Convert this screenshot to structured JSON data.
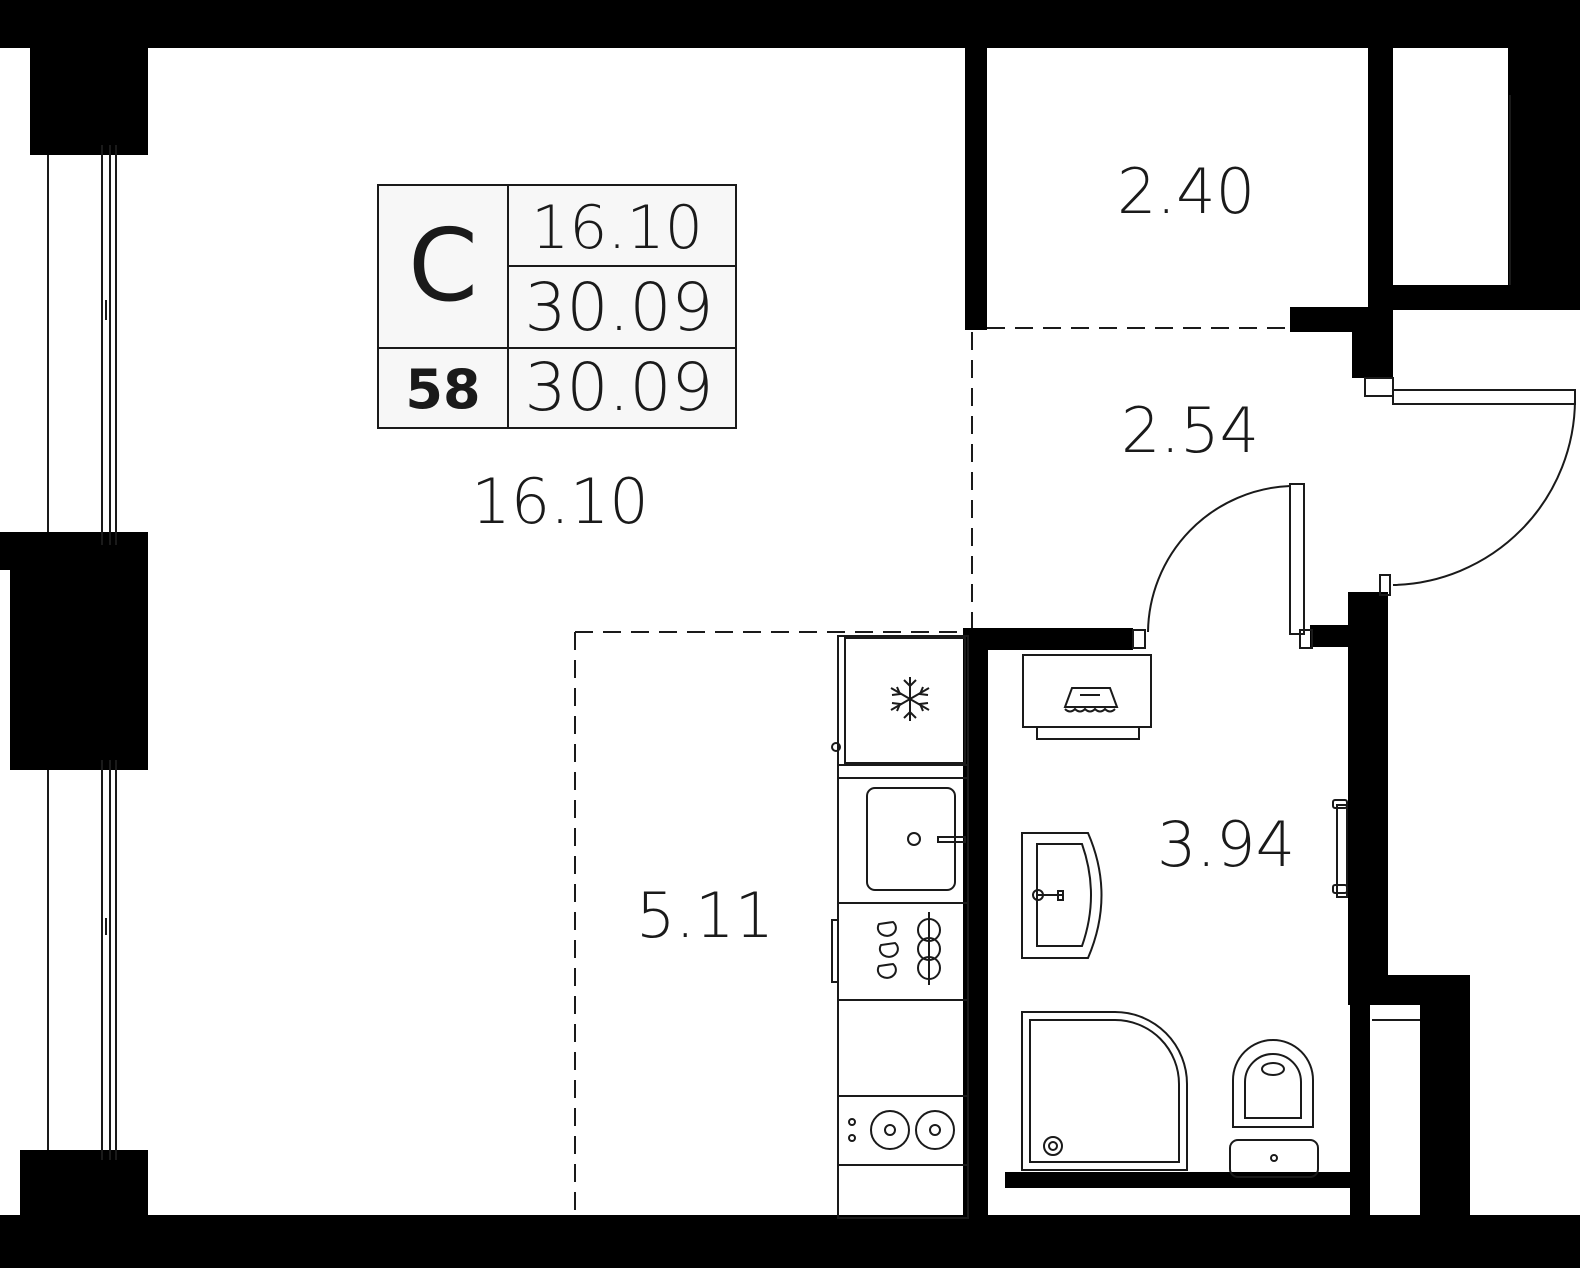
{
  "info_box": {
    "type_letter": "С",
    "living_area": "16.10",
    "total_area": "30.09",
    "apartment_number": "58",
    "total_area_repeat": "30.09"
  },
  "rooms": {
    "living_room": "16.10",
    "storage": "2.40",
    "hallway": "2.54",
    "kitchen": "5.11",
    "bathroom": "3.94"
  },
  "colors": {
    "wall": "#000000",
    "line": "#1a1a1a",
    "background": "#ffffff"
  }
}
